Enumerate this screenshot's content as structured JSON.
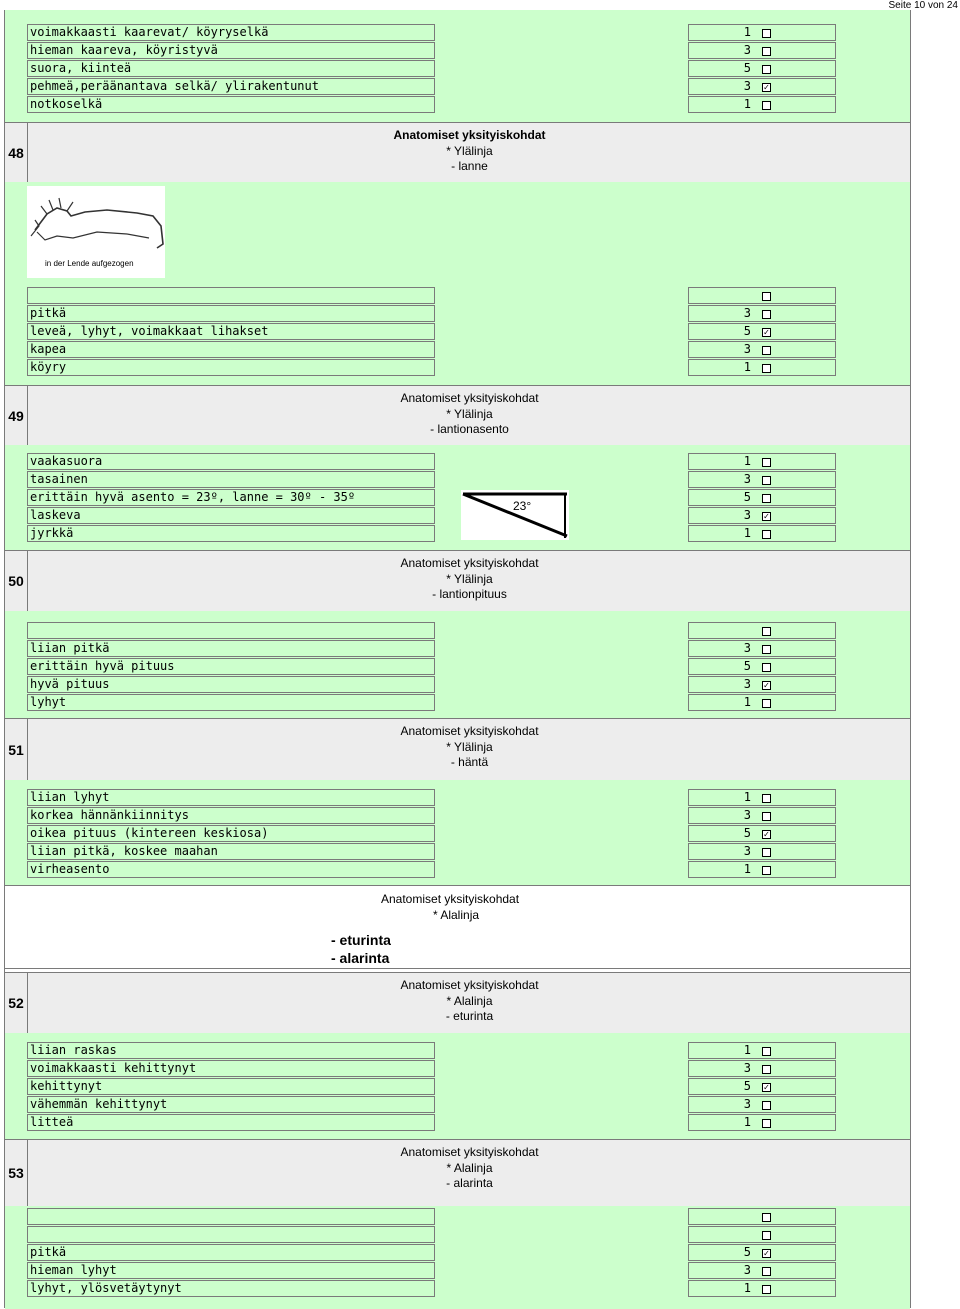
{
  "page_number": "Seite 10 von 24",
  "top_rows": [
    {
      "label": "voimakkaasti kaarevat/ köyryselkä",
      "value": "1",
      "checked": false
    },
    {
      "label": "hieman kaareva, köyristyvä",
      "value": "3",
      "checked": false
    },
    {
      "label": "suora, kiinteä",
      "value": "5",
      "checked": false
    },
    {
      "label": "pehmeä,peräänantava selkä/ ylirakentunut",
      "value": "3",
      "checked": true
    },
    {
      "label": "notkoselkä",
      "value": "1",
      "checked": false
    }
  ],
  "sections": {
    "s48": {
      "number": "48",
      "title": [
        "Anatomiset yksityiskohdat",
        "* Ylälinja",
        "- lanne"
      ],
      "image_caption": "in der Lende aufgezogen",
      "rows": [
        {
          "label": "",
          "value": "",
          "checked": false
        },
        {
          "label": "pitkä",
          "value": "3",
          "checked": false
        },
        {
          "label": "leveä, lyhyt, voimakkaat lihakset",
          "value": "5",
          "checked": true
        },
        {
          "label": "kapea",
          "value": "3",
          "checked": false
        },
        {
          "label": "köyry",
          "value": "1",
          "checked": false
        }
      ]
    },
    "s49": {
      "number": "49",
      "title": [
        "Anatomiset yksityiskohdat",
        "* Ylälinja",
        "- lantionasento"
      ],
      "image_caption": "23°",
      "rows": [
        {
          "label": "vaakasuora",
          "value": "1",
          "checked": false
        },
        {
          "label": "tasainen",
          "value": "3",
          "checked": false
        },
        {
          "label": "erittäin hyvä asento = 23º, lanne = 30º - 35º",
          "value": "5",
          "checked": false
        },
        {
          "label": "laskeva",
          "value": "3",
          "checked": true
        },
        {
          "label": "jyrkkä",
          "value": "1",
          "checked": false
        }
      ]
    },
    "s50": {
      "number": "50",
      "title": [
        "Anatomiset yksityiskohdat",
        "* Ylälinja",
        "- lantionpituus"
      ],
      "rows": [
        {
          "label": "",
          "value": "",
          "checked": false
        },
        {
          "label": "liian pitkä",
          "value": "3",
          "checked": false
        },
        {
          "label": "erittäin hyvä pituus",
          "value": "5",
          "checked": false
        },
        {
          "label": "hyvä pituus",
          "value": "3",
          "checked": true
        },
        {
          "label": "lyhyt",
          "value": "1",
          "checked": false
        }
      ]
    },
    "s51": {
      "number": "51",
      "title": [
        "Anatomiset yksityiskohdat",
        "* Ylälinja",
        "- häntä"
      ],
      "rows": [
        {
          "label": "liian lyhyt",
          "value": "1",
          "checked": false
        },
        {
          "label": "korkea hännänkiinnitys",
          "value": "3",
          "checked": false
        },
        {
          "label": "oikea pituus (kintereen keskiosa)",
          "value": "5",
          "checked": true
        },
        {
          "label": "liian pitkä, koskee maahan",
          "value": "3",
          "checked": false
        },
        {
          "label": "virheasento",
          "value": "1",
          "checked": false
        }
      ]
    },
    "alalinja": {
      "title": [
        "Anatomiset yksityiskohdat",
        "* Alalinja"
      ],
      "items": [
        "- eturinta",
        "- alarinta"
      ]
    },
    "s52": {
      "number": "52",
      "title": [
        "Anatomiset yksityiskohdat",
        "* Alalinja",
        "- eturinta"
      ],
      "rows": [
        {
          "label": "liian raskas",
          "value": "1",
          "checked": false
        },
        {
          "label": "voimakkaasti kehittynyt",
          "value": "3",
          "checked": false
        },
        {
          "label": "kehittynyt",
          "value": "5",
          "checked": true
        },
        {
          "label": "vähemmän kehittynyt",
          "value": "3",
          "checked": false
        },
        {
          "label": "litteä",
          "value": "1",
          "checked": false
        }
      ]
    },
    "s53": {
      "number": "53",
      "title": [
        "Anatomiset yksityiskohdat",
        "* Alalinja",
        "- alarinta"
      ],
      "rows": [
        {
          "label": "",
          "value": "",
          "checked": false
        },
        {
          "label": "",
          "value": "",
          "checked": false
        },
        {
          "label": "pitkä",
          "value": "5",
          "checked": true
        },
        {
          "label": "hieman lyhyt",
          "value": "3",
          "checked": false
        },
        {
          "label": "lyhyt, ylösvetäytynyt",
          "value": "1",
          "checked": false
        }
      ]
    }
  }
}
